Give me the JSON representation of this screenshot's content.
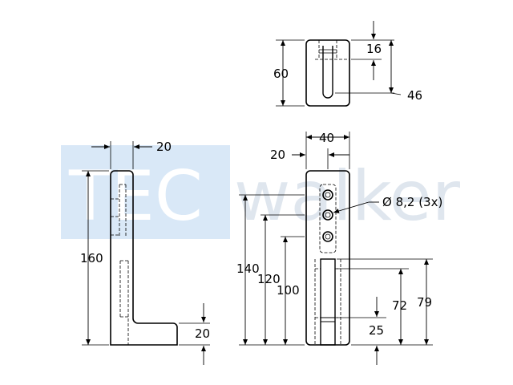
{
  "watermark": {
    "part1": "TEC",
    "part2": "walker"
  },
  "dimensions": {
    "top_view_height": "60",
    "top_view_slot_offset": "16",
    "top_view_slot_length": "46",
    "side_thickness": "20",
    "side_height": "160",
    "side_foot_height": "20",
    "front_width": "40",
    "front_hole_offset": "20",
    "hole_callout": "Ø 8,2 (3x)",
    "front_height": "140",
    "hole_upper": "120",
    "hole_lower": "100",
    "slot_top": "79",
    "slot_mid": "72",
    "slot_bottom": "25"
  },
  "colors": {
    "line": "#000000",
    "watermark_box": "#d9e8f7",
    "watermark_text": "#dfe6ee"
  }
}
